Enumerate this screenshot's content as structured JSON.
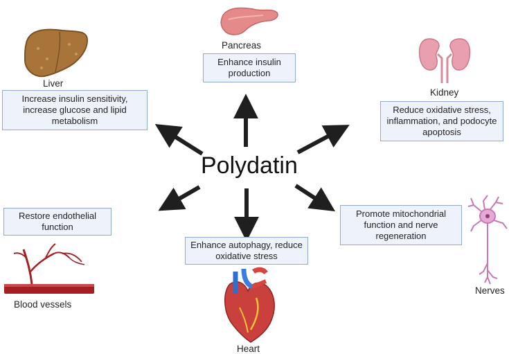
{
  "center": {
    "title": "Polydatin"
  },
  "organs": {
    "liver": {
      "label": "Liver",
      "effect": "Increase insulin sensitivity, increase glucose and lipid metabolism"
    },
    "pancreas": {
      "label": "Pancreas",
      "effect": "Enhance insulin production"
    },
    "kidney": {
      "label": "Kidney",
      "effect": "Reduce oxidative stress, inflammation, and podocyte apoptosis"
    },
    "vessels": {
      "label": "Blood vessels",
      "effect": "Restore endothelial function"
    },
    "heart": {
      "label": "Heart",
      "effect": "Enhance autophagy, reduce oxidative stress"
    },
    "nerves": {
      "label": "Nerves",
      "effect": "Promote mitochondrial function and nerve regeneration"
    }
  },
  "colors": {
    "box_fill": "#eef3fb",
    "box_border": "#8fa8d4",
    "arrow": "#1f1f1f"
  },
  "icons": [
    "liver-icon",
    "pancreas-icon",
    "kidney-icon",
    "blood-vessel-icon",
    "heart-icon",
    "neuron-icon"
  ]
}
